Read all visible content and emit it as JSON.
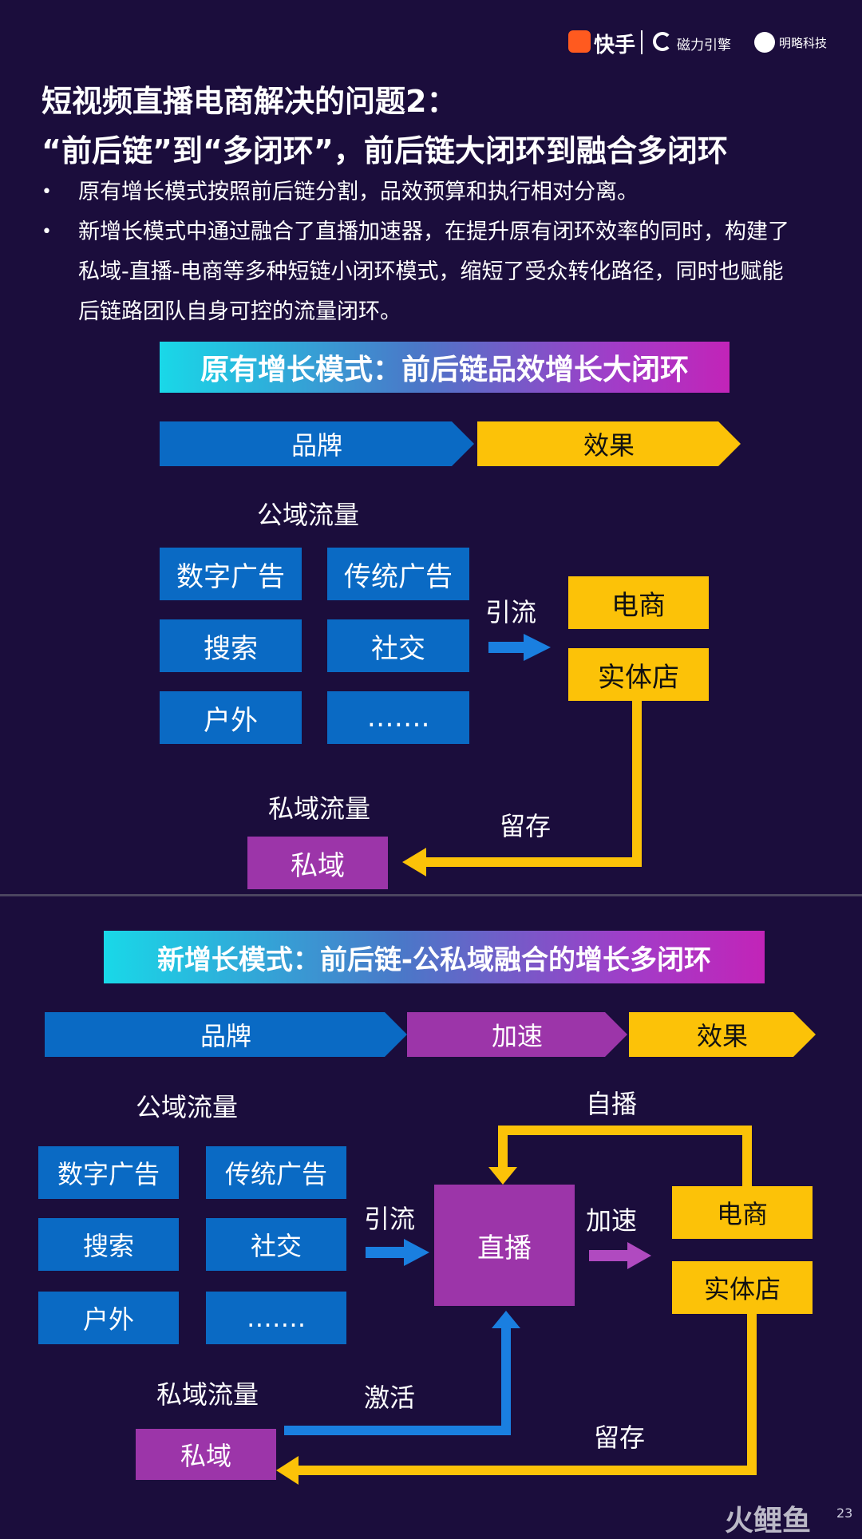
{
  "header": {
    "brand_kuaishou": "快手",
    "brand_cili": "磁力引擎",
    "brand_mingl": "明略科技"
  },
  "title": {
    "line1": "短视频直播电商解决的问题2：",
    "line2": "“前后链”到“多闭环”，前后链大闭环到融合多闭环"
  },
  "bullets": [
    {
      "line1": "原有增长模式按照前后链分割，品效预算和执行相对分离。"
    },
    {
      "line1": "新增长模式中通过融合了直播加速器，在提升原有闭环效率的同时，构建了",
      "line2": "私域-直播-电商等多种短链小闭环模式，缩短了受众转化路径，同时也赋能",
      "line3": "后链路团队自身可控的流量闭环。"
    }
  ],
  "section1": {
    "banner": "原有增长模式：前后链品效增长大闭环",
    "chevrons": [
      "品牌",
      "效果"
    ],
    "public_label": "公域流量",
    "sources": [
      "数字广告",
      "传统广告",
      "搜索",
      "社交",
      "户外",
      "……."
    ],
    "arrow_label": "引流",
    "targets": [
      "电商",
      "实体店"
    ],
    "retain_label": "留存",
    "private_label": "私域流量",
    "private_box": "私域"
  },
  "section2": {
    "banner": "新增长模式：前后链-公私域融合的增长多闭环",
    "chevrons": [
      "品牌",
      "加速",
      "效果"
    ],
    "public_label": "公域流量",
    "sources": [
      "数字广告",
      "传统广告",
      "搜索",
      "社交",
      "户外",
      "……."
    ],
    "arrow_label": "引流",
    "live_box": "直播",
    "accel_label": "加速",
    "self_label": "自播",
    "targets": [
      "电商",
      "实体店"
    ],
    "activate_label": "激活",
    "retain_label": "留存",
    "private_label": "私域流量",
    "private_box": "私域"
  },
  "footer": {
    "watermark": "火鲤鱼",
    "page_number": "23"
  },
  "colors": {
    "background": "#1b0d3c",
    "blue": "#0a6ac4",
    "yellow": "#fcc208",
    "purple": "#9c35a9",
    "divider": "#4b4560"
  }
}
